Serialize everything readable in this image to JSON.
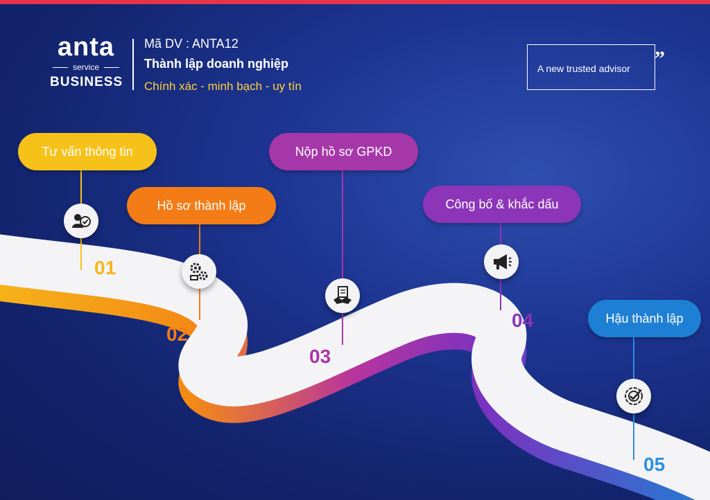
{
  "header": {
    "logo_word": "anta",
    "logo_sub": "service",
    "logo_business": "BUSINESS",
    "service_code": "Mã DV : ANTA12",
    "service_name": "Thành lập doanh nghiệp",
    "slogan": "Chính xác - minh bạch - uy tín",
    "trust_text": "A new trusted advisor",
    "trust_quote": "”"
  },
  "steps": [
    {
      "label": "Tư vấn thông tin",
      "number": "01",
      "icon": "consult-user-check-icon",
      "color": "#f6c21a"
    },
    {
      "label": "Hồ sơ thành lập",
      "number": "02",
      "icon": "gear-process-icon",
      "color": "#f47c16"
    },
    {
      "label": "Nộp hồ sơ GPKD",
      "number": "03",
      "icon": "document-handshake-icon",
      "color": "#a637a9"
    },
    {
      "label": "Công bố & khắc dấu",
      "number": "04",
      "icon": "megaphone-icon",
      "color": "#8c35b8"
    },
    {
      "label": "Hậu thành lập",
      "number": "05",
      "icon": "target-check-icon",
      "color": "#1e80d4"
    }
  ],
  "colors": {
    "background": "#1d3592",
    "accent_red": "#e8344a",
    "slogan_yellow": "#ffd23f",
    "road": "#f4f4f6"
  }
}
